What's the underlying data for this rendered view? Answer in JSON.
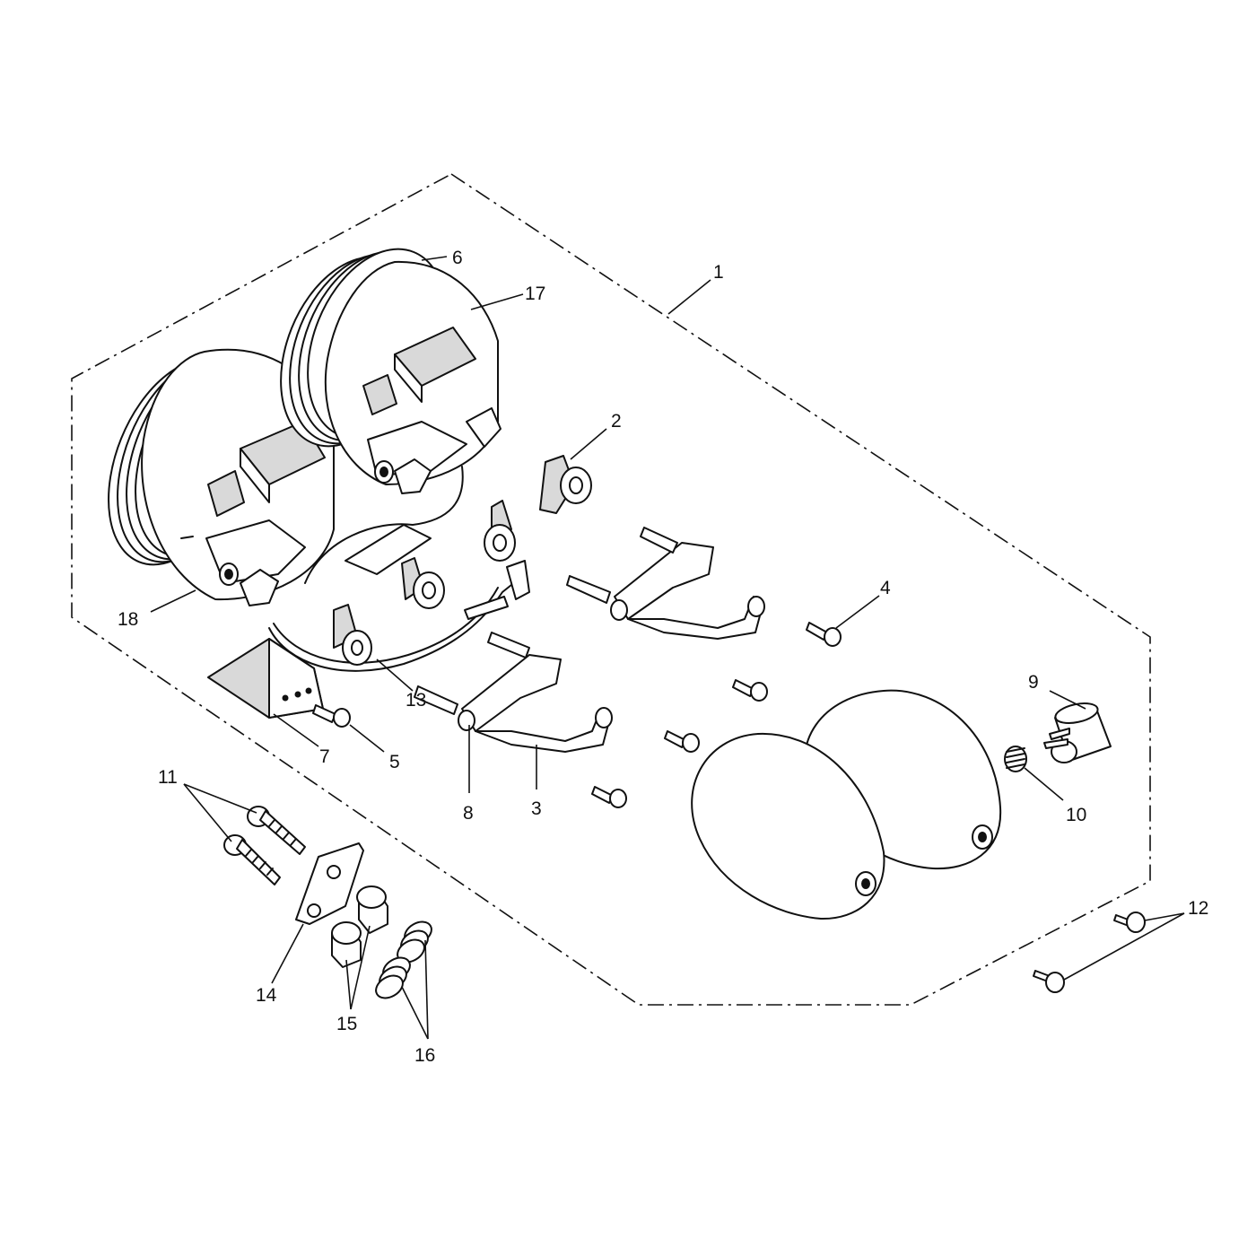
{
  "callouts": {
    "c1": "1",
    "c2": "2",
    "c3": "3",
    "c4": "4",
    "c5": "5",
    "c6": "6",
    "c7": "7",
    "c8": "8",
    "c9": "9",
    "c10": "10",
    "c11": "11",
    "c12": "12",
    "c13": "13",
    "c14": "14",
    "c15": "15",
    "c16": "16",
    "c17": "17",
    "c18": "18"
  },
  "colors": {
    "line": "#111111",
    "fill": "#d9d9d9",
    "background": "#ffffff"
  }
}
